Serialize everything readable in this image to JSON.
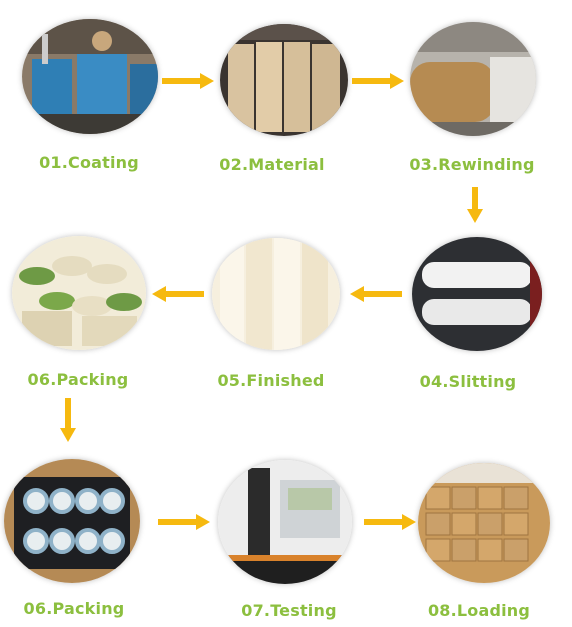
{
  "steps": [
    {
      "id": "01",
      "label": "01.Coating",
      "icon": "coating-machine-photo"
    },
    {
      "id": "02",
      "label": "02.Material",
      "icon": "material-rolls-photo"
    },
    {
      "id": "03",
      "label": "03.Rewinding",
      "icon": "rewinding-machine-photo"
    },
    {
      "id": "04",
      "label": "04.Slitting",
      "icon": "slitting-machine-photo"
    },
    {
      "id": "05",
      "label": "05.Finished",
      "icon": "finished-rolls-photo"
    },
    {
      "id": "06a",
      "label": "06.Packing",
      "icon": "tape-rolls-photo"
    },
    {
      "id": "06b",
      "label": "06.Packing",
      "icon": "boxed-rolls-photo"
    },
    {
      "id": "07",
      "label": "07.Testing",
      "icon": "testing-machine-photo"
    },
    {
      "id": "08",
      "label": "08.Loading",
      "icon": "loaded-cartons-photo"
    }
  ],
  "colors": {
    "label": "#8cbf3f",
    "arrow": "#f6b90f"
  }
}
